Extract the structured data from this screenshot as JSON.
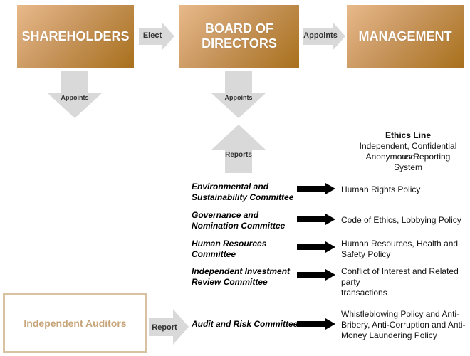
{
  "boxes": {
    "shareholders": "SHAREHOLDERS",
    "board_line1": "BOARD OF",
    "board_line2": "DIRECTORS",
    "management": "MANAGEMENT"
  },
  "arrows": {
    "elect": "Elect",
    "appoints_mgmt": "Appoints",
    "appoints_shareholders": "Appoints",
    "appoints_board": "Appoints",
    "reports": "Reports",
    "report_auditors": "Report"
  },
  "ethics": {
    "title": "Ethics Line",
    "line1": "Independent, Confidential and",
    "line2": "Anonymous Reporting System"
  },
  "committees": [
    {
      "line1": "Environmental and",
      "line2": "Sustainability Committee",
      "policy1": "Human Rights Policy",
      "policy2": ""
    },
    {
      "line1": "Governance and",
      "line2": "Nomination Committee",
      "policy1": "Code of Ethics, Lobbying Policy",
      "policy2": ""
    },
    {
      "line1": "Human Resources",
      "line2": "Committee",
      "policy1": "Human Resources, Health and",
      "policy2": "Safety Policy"
    },
    {
      "line1": "Independent Investment",
      "line2": "Review Committee",
      "policy1": "Conflict of Interest and Related party",
      "policy2": "transactions"
    },
    {
      "line1": "Audit and Risk Committee",
      "line2": "",
      "policy1": "Whistleblowing Policy and Anti-",
      "policy2": "Bribery, Anti-Corruption and Anti-",
      "policy3": "Money Laundering Policy"
    }
  ],
  "auditors": "Independent Auditors",
  "colors": {
    "box_gradient_start": "#e8b98a",
    "box_gradient_end": "#a8701c",
    "arrow_gray": "#d9d9d9",
    "auditor_border": "#d9c2a0",
    "auditor_text": "#c7a57a"
  }
}
